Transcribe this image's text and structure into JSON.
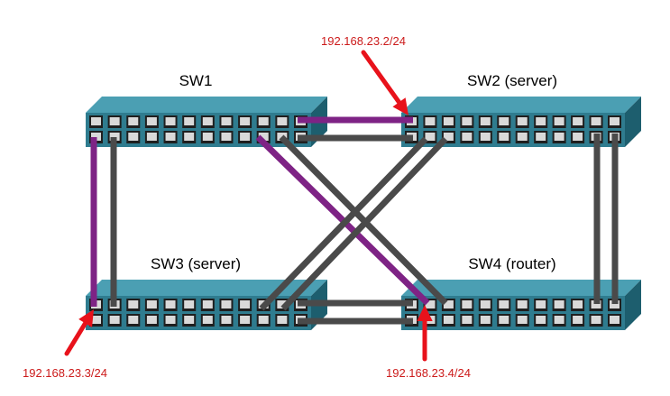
{
  "colors": {
    "background": "#ffffff",
    "switch_face": "#2f7c8f",
    "switch_top": "#4b9fb3",
    "switch_side": "#1d5e6e",
    "port_border": "#1f1f1f",
    "port_fill": "#d9d9d9",
    "link_gray": "#4a4a4a",
    "link_purple": "#7e2385",
    "arrow_red": "#e8121b",
    "ip_text": "#cc1a1a"
  },
  "switches": [
    {
      "id": "sw1",
      "label": "SW1"
    },
    {
      "id": "sw2",
      "label": "SW2 (server)"
    },
    {
      "id": "sw3",
      "label": "SW3 (server)"
    },
    {
      "id": "sw4",
      "label": "SW4 (router)"
    }
  ],
  "annotations": [
    {
      "id": "ip-sw2",
      "text": "192.168.23.2/24",
      "target": "sw2"
    },
    {
      "id": "ip-sw3",
      "text": "192.168.23.3/24",
      "target": "sw3"
    },
    {
      "id": "ip-sw4",
      "text": "192.168.23.4/24",
      "target": "sw4"
    }
  ],
  "links": [
    {
      "from": "sw1",
      "to": "sw2",
      "color": "purple"
    },
    {
      "from": "sw1",
      "to": "sw2",
      "color": "gray"
    },
    {
      "from": "sw1",
      "to": "sw3",
      "color": "purple"
    },
    {
      "from": "sw1",
      "to": "sw3",
      "color": "gray"
    },
    {
      "from": "sw1",
      "to": "sw4",
      "color": "purple"
    },
    {
      "from": "sw1",
      "to": "sw4",
      "color": "gray"
    },
    {
      "from": "sw2",
      "to": "sw3",
      "color": "gray"
    },
    {
      "from": "sw2",
      "to": "sw3",
      "color": "gray"
    },
    {
      "from": "sw2",
      "to": "sw4",
      "color": "gray"
    },
    {
      "from": "sw2",
      "to": "sw4",
      "color": "gray"
    },
    {
      "from": "sw3",
      "to": "sw4",
      "color": "gray"
    },
    {
      "from": "sw3",
      "to": "sw4",
      "color": "gray"
    }
  ]
}
